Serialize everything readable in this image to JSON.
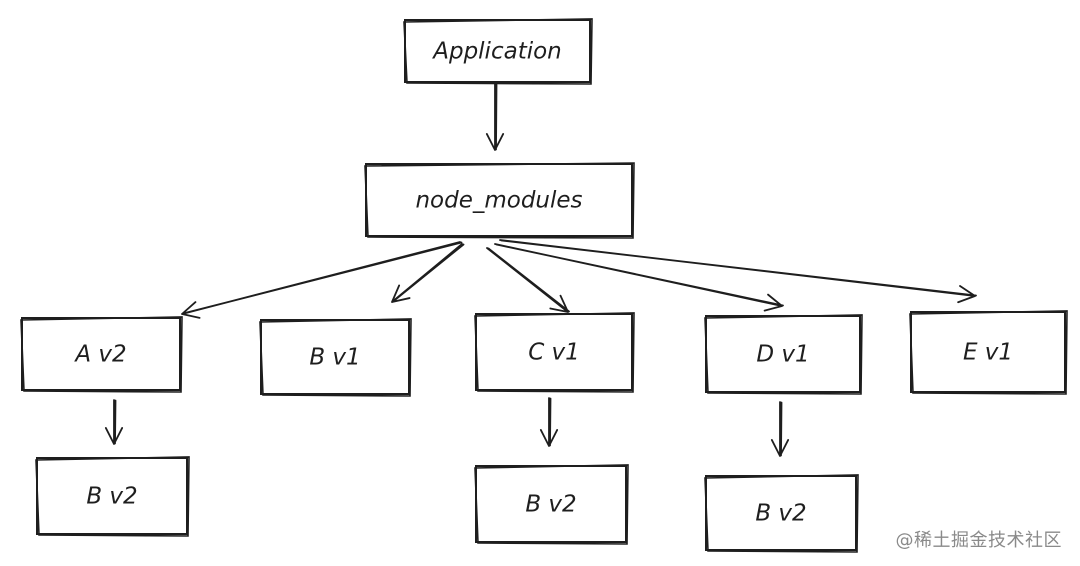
{
  "diagram": {
    "nodes": [
      {
        "id": "application",
        "label": "Application"
      },
      {
        "id": "node_modules",
        "label": "node_modules"
      },
      {
        "id": "a_v2",
        "label": "A v2"
      },
      {
        "id": "b_v1",
        "label": "B v1"
      },
      {
        "id": "c_v1",
        "label": "C v1"
      },
      {
        "id": "d_v1",
        "label": "D v1"
      },
      {
        "id": "e_v1",
        "label": "E v1"
      },
      {
        "id": "a_b_v2",
        "label": "B v2"
      },
      {
        "id": "c_b_v2",
        "label": "B v2"
      },
      {
        "id": "d_b_v2",
        "label": "B v2"
      }
    ],
    "edges": [
      {
        "from": "application",
        "to": "node_modules"
      },
      {
        "from": "node_modules",
        "to": "a_v2"
      },
      {
        "from": "node_modules",
        "to": "b_v1"
      },
      {
        "from": "node_modules",
        "to": "c_v1"
      },
      {
        "from": "node_modules",
        "to": "d_v1"
      },
      {
        "from": "node_modules",
        "to": "e_v1"
      },
      {
        "from": "a_v2",
        "to": "a_b_v2"
      },
      {
        "from": "c_v1",
        "to": "c_b_v2"
      },
      {
        "from": "d_v1",
        "to": "d_b_v2"
      }
    ]
  },
  "watermark": "@稀土掘金技术社区"
}
